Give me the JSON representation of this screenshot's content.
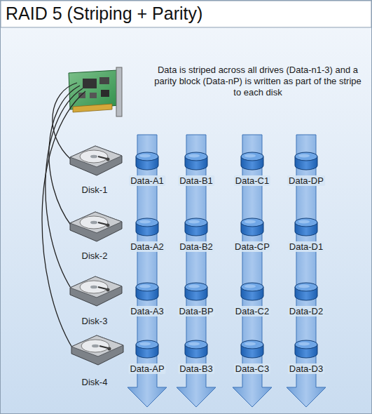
{
  "diagram": {
    "title": "RAID 5 (Striping + Parity)",
    "labels": [
      "Data is striped across all drives (Data-n1-3) and a parity block (Data-nP) is written as part of the stripe to each disk",
      "Disk-1",
      "Data-A1",
      "Data-B1",
      "Data-C1",
      "Data-DP",
      "Disk-2",
      "Data-A2",
      "Data-B2",
      "Data-CP",
      "Data-D1",
      "Disk-3",
      "Data-A3",
      "Data-BP",
      "Data-C2",
      "Data-D2",
      "Disk-4",
      "Data-AP",
      "Data-B3",
      "Data-C3",
      "Data-D3"
    ]
  }
}
